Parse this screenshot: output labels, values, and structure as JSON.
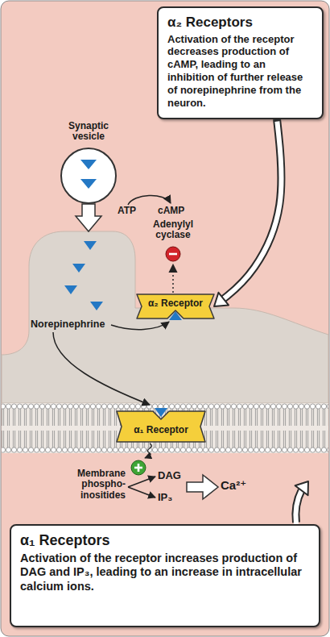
{
  "diagram": {
    "nodes": [
      {
        "text": [
          "α₂ Receptors",
          "Activation of the receptor decreases production of cAMP, leading to an inhibition of further release of norepinephrine from the neuron."
        ]
      },
      {
        "text": [
          "Synaptic vesicle"
        ]
      },
      {
        "text": [
          "α₂ Receptor"
        ]
      },
      {
        "text": [
          "α₁ Receptor"
        ]
      },
      {
        "text": [
          "α₁ Receptors",
          "Activation of the receptor increases production of DAG and IP₃, leading to an increase in intracellular calcium ions."
        ]
      }
    ],
    "edges": [
      {
        "from": 0,
        "to": 2,
        "arrow": "to"
      }
    ],
    "labels": [
      "ATP",
      "cAMP",
      "Adenylyl cyclase",
      "Norepinephrine",
      "Membrane phospho-inositides",
      "DAG",
      "IP₃",
      "Ca²⁺"
    ]
  }
}
